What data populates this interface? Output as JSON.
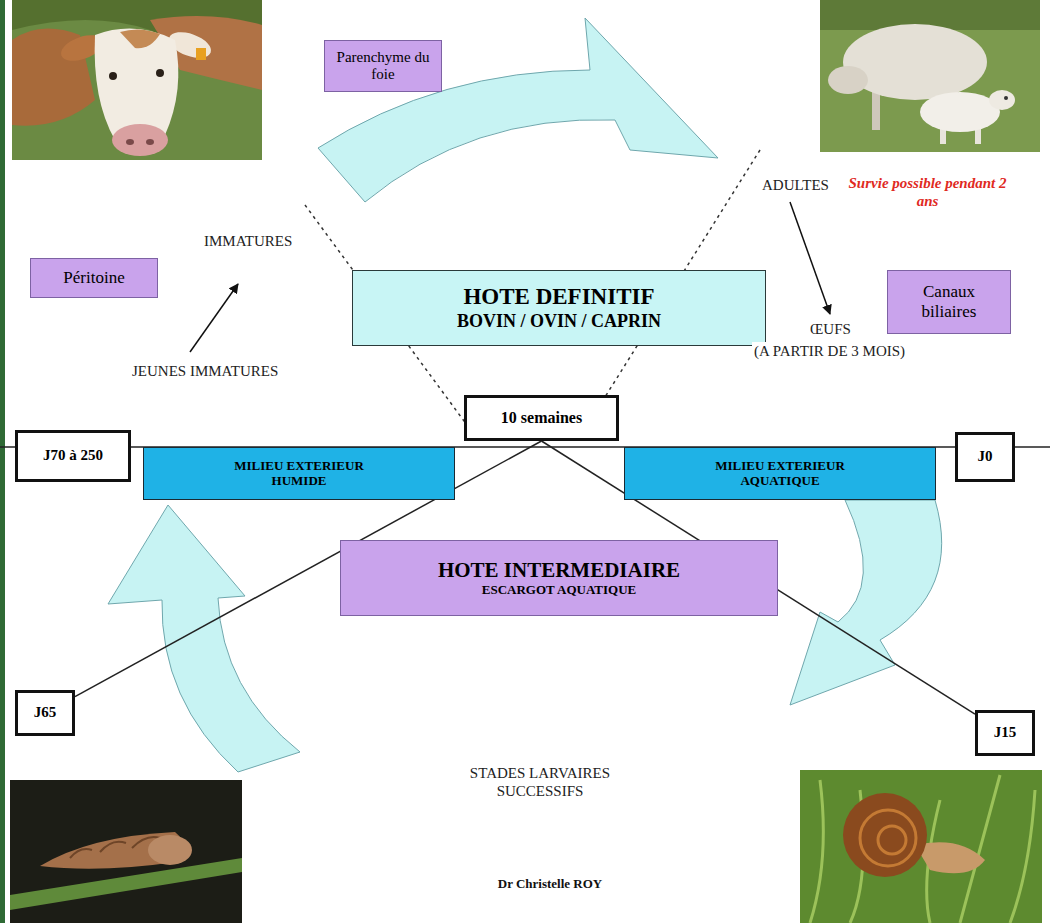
{
  "diagram": {
    "nodes": [
      {
        "text": [
          "Parenchyme du foie"
        ]
      },
      {
        "text": [
          "Péritoine"
        ]
      },
      {
        "text": [
          "HOTE DEFINITIF",
          "BOVIN / OVIN / CAPRIN"
        ]
      },
      {
        "text": [
          "Canaux biliaires"
        ]
      },
      {
        "text": [
          "10 semaines"
        ]
      },
      {
        "text": [
          "J70 à 250"
        ]
      },
      {
        "text": [
          "MILIEU EXTERIEUR HUMIDE"
        ]
      },
      {
        "text": [
          "MILIEU EXTERIEUR AQUATIQUE"
        ]
      },
      {
        "text": [
          "J0"
        ]
      },
      {
        "text": [
          "HOTE INTERMEDIAIRE",
          "ESCARGOT AQUATIQUE"
        ]
      },
      {
        "text": [
          "J65"
        ]
      },
      {
        "text": [
          "J15"
        ]
      }
    ],
    "edges": [
      {
        "from": 4,
        "to": 10,
        "arrow": "none"
      },
      {
        "from": 4,
        "to": 11,
        "arrow": "none"
      }
    ],
    "labels": [
      "IMMATURES",
      "ADULTES",
      "Survie possible pendant 2 ans",
      "JEUNES IMMATURES",
      "ŒUFS",
      "(A PARTIR DE 3 MOIS)",
      "STADES LARVAIRES SUCCESSIFS",
      "Dr Christelle ROY"
    ]
  }
}
